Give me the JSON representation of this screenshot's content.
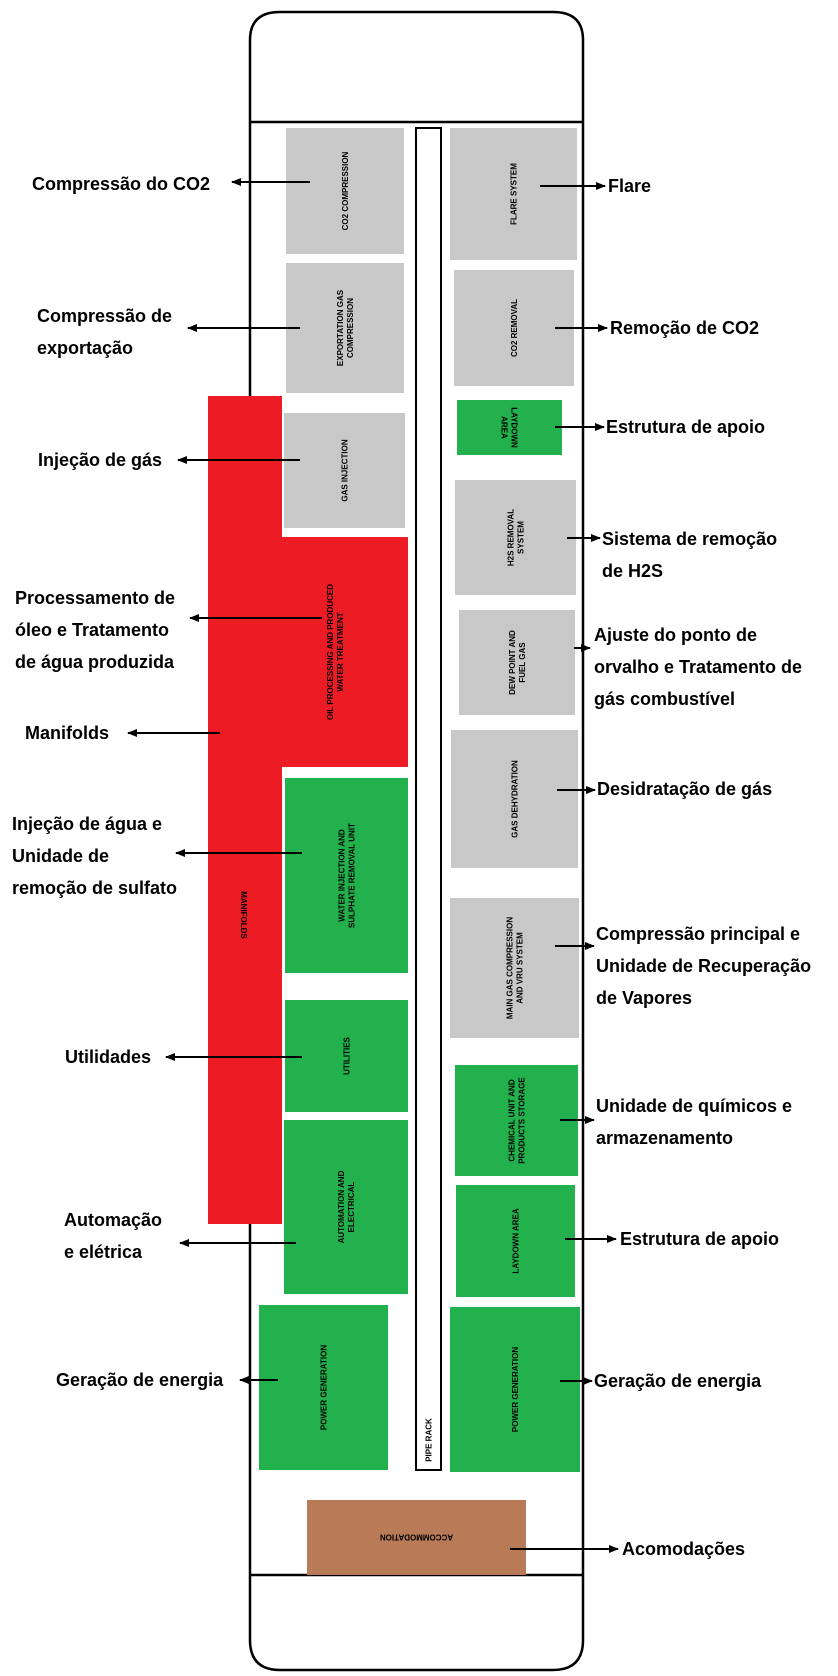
{
  "colors": {
    "gray_module": "#c8c8c8",
    "green_module": "#22b14c",
    "red_module": "#ed1c24",
    "accommodation": "#b97a57",
    "outline": "#000000",
    "module_text": "#000000"
  },
  "modules": {
    "co2_compression": [
      "CO2 COMPRESSION"
    ],
    "exportation_gas_compression": [
      "EXPORTATION GAS",
      "COMPRESSION"
    ],
    "gas_injection": [
      "GAS INJECTION"
    ],
    "oil_processing": [
      "OIL PROCESSING AND PRODUCED",
      "WATER TREATMENT"
    ],
    "manifolds": [
      "MANIFOLDS"
    ],
    "water_injection": [
      "WATER INJECTION AND",
      "SULPHATE REMOVAL UNIT"
    ],
    "utilities": [
      "UTILITIES"
    ],
    "automation_electrical": [
      "AUTOMATION AND",
      "ELECTRICAL"
    ],
    "power_generation_left": [
      "POWER GENERATION"
    ],
    "pipe_rack": [
      "PIPE RACK"
    ],
    "flare_system": [
      "FLARE SYSTEM"
    ],
    "co2_removal": [
      "CO2 REMOVAL"
    ],
    "laydown_area_top": [
      "LAYDOWN",
      "AREA"
    ],
    "h2s_removal": [
      "H2S REMOVAL",
      "SYSTEM"
    ],
    "dew_point": [
      "DEW POINT AND",
      "FUEL GAS"
    ],
    "gas_dehydration": [
      "GAS DEHYDRATION"
    ],
    "main_gas_compression": [
      "MAIN GAS COMPRESSION",
      "AND VRU SYSTEM"
    ],
    "chemical_unit": [
      "CHEMICAL UNIT AND",
      "PRODUCTS STORAGE"
    ],
    "laydown_area_bottom": [
      "LAYDOWN AREA"
    ],
    "power_generation_right": [
      "POWER GENERATION"
    ],
    "accommodation": [
      "ACCOMMODATION"
    ]
  },
  "annotations": {
    "co2_compression": [
      "Compressão do CO2"
    ],
    "exportation_compression": [
      "Compressão de",
      "exportação"
    ],
    "gas_injection": [
      "Injeção de gás"
    ],
    "oil_processing": [
      "Processamento de",
      "óleo e Tratamento",
      "de água produzida"
    ],
    "manifolds": [
      "Manifolds"
    ],
    "water_injection": [
      "Injeção de água e",
      "Unidade de",
      "remoção de sulfato"
    ],
    "utilities": [
      "Utilidades"
    ],
    "automation": [
      "Automação",
      "e elétrica"
    ],
    "power_generation_left": [
      "Geração de energia"
    ],
    "flare": [
      "Flare"
    ],
    "co2_removal": [
      "Remoção de CO2"
    ],
    "laydown_top": [
      "Estrutura de apoio"
    ],
    "h2s_removal": [
      "Sistema de remoção",
      "de H2S"
    ],
    "dew_point": [
      "Ajuste do ponto de",
      "orvalho e Tratamento de",
      "gás combustível"
    ],
    "gas_dehydration": [
      "Desidratação de gás"
    ],
    "main_compression": [
      "Compressão principal e",
      "Unidade de Recuperação",
      "de Vapores"
    ],
    "chemical_unit": [
      "Unidade de químicos e",
      "armazenamento"
    ],
    "laydown_bottom": [
      "Estrutura de apoio"
    ],
    "power_generation_right": [
      "Geração de energia"
    ],
    "accommodation": [
      "Acomodações"
    ]
  }
}
